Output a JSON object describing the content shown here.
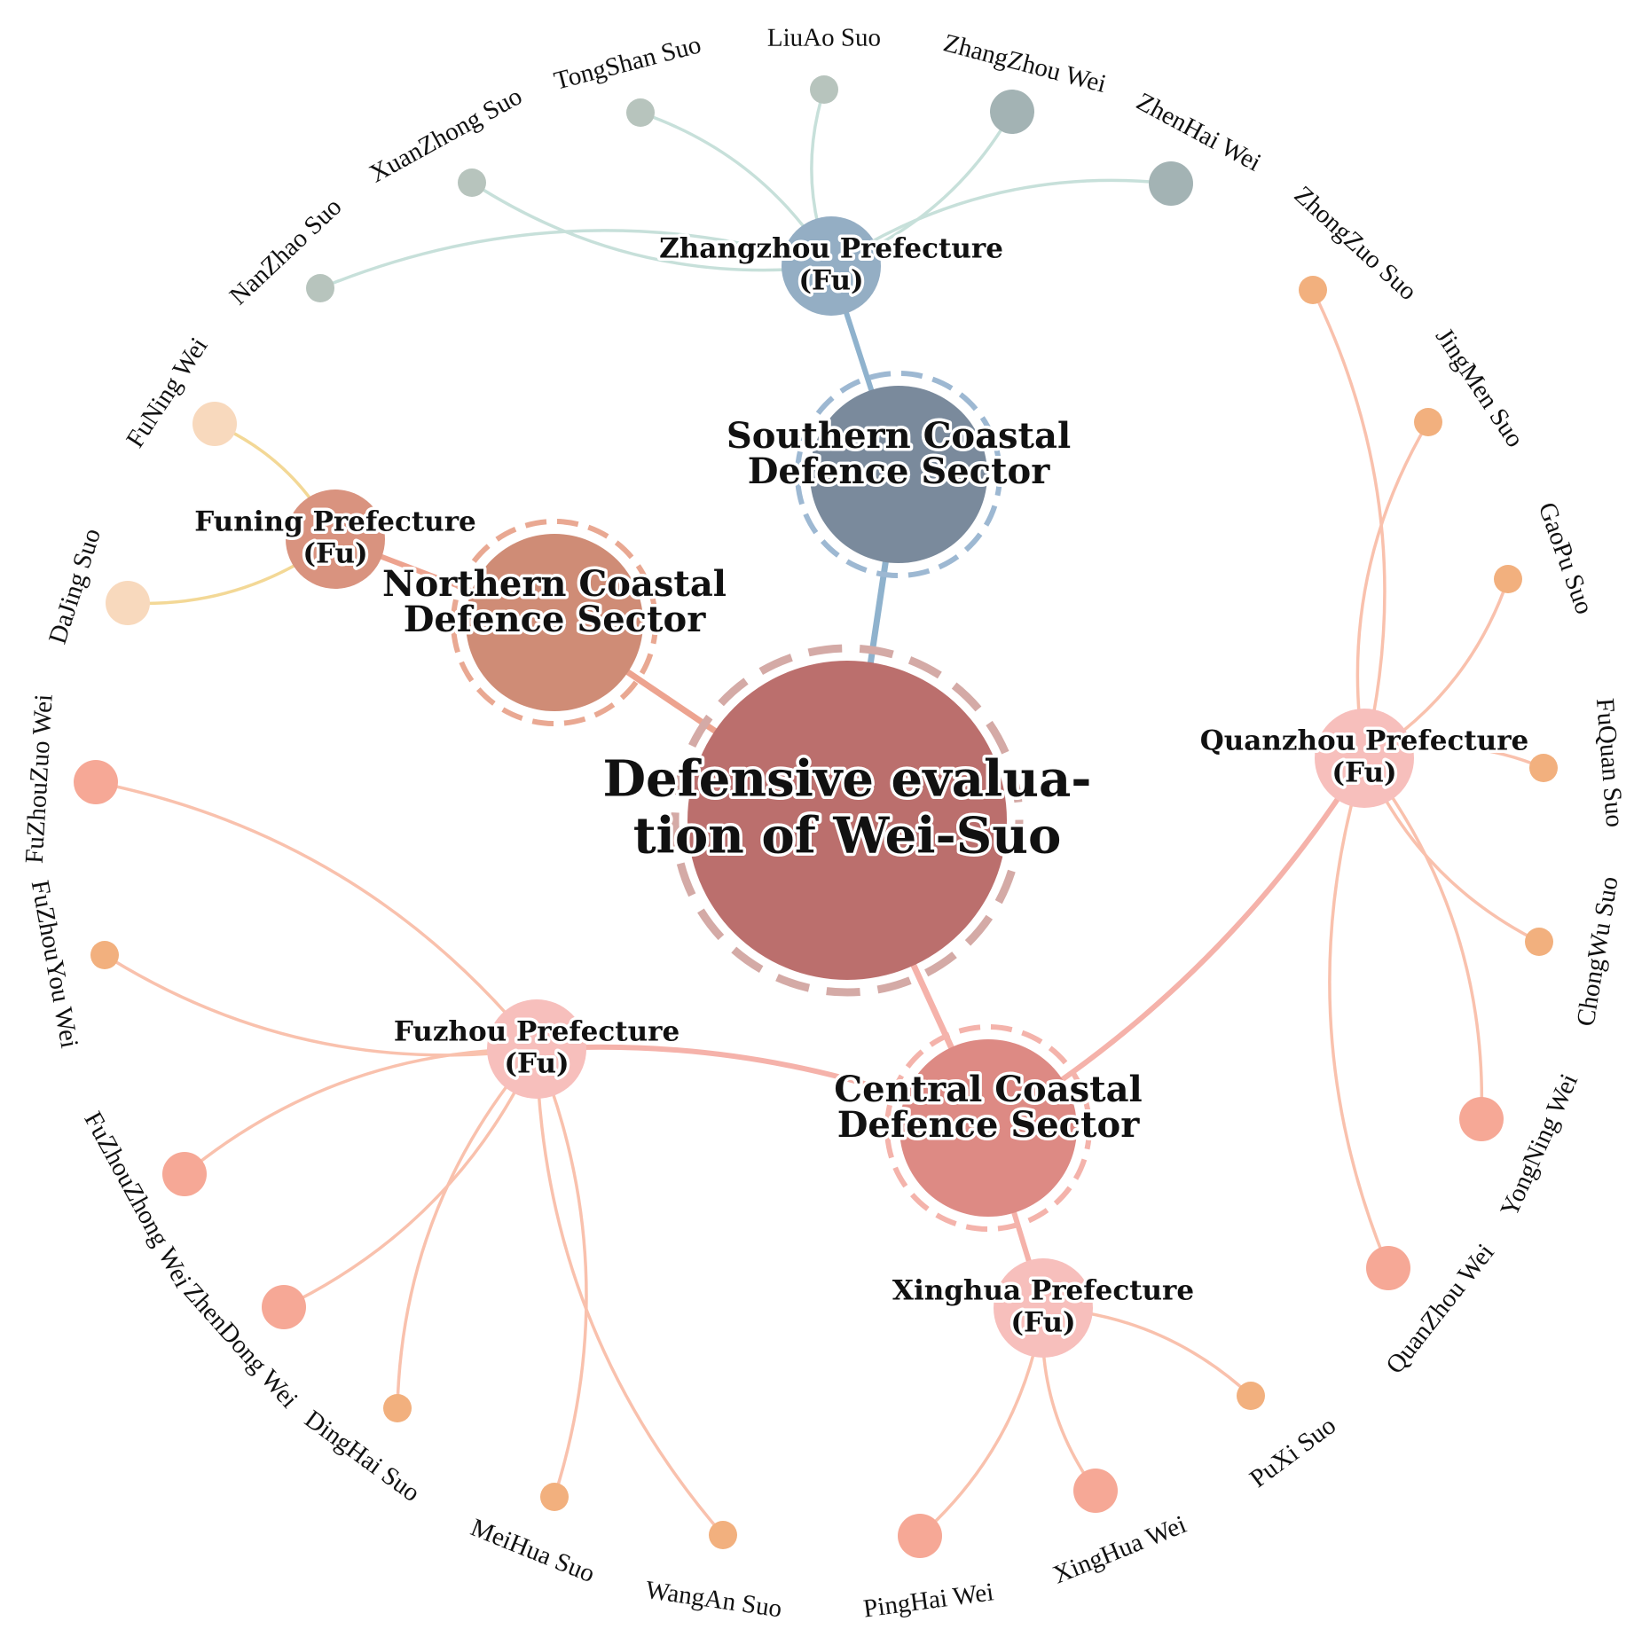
{
  "root": {
    "label_lines": [
      "Defensive evalua-",
      "tion of Wei-Suo"
    ]
  },
  "sectors": [
    {
      "id": "southern",
      "label_lines": [
        "Southern Coastal",
        "Defence Sector"
      ],
      "color": "#7a8a9c",
      "ring_color": "#9db8d2"
    },
    {
      "id": "northern",
      "label_lines": [
        "Northern Coastal",
        "Defence Sector"
      ],
      "color": "#cf8c76",
      "ring_color": "#e9a892"
    },
    {
      "id": "central",
      "label_lines": [
        "Central Coastal",
        "Defence Sector"
      ],
      "color": "#dd8a84",
      "ring_color": "#f4b3ab"
    }
  ],
  "prefectures": [
    {
      "id": "zhangzhou",
      "sector": "southern",
      "label_lines": [
        "Zhangzhou Prefecture",
        "(Fu)"
      ],
      "color": "#94aec4",
      "link_color": "#c7e0da"
    },
    {
      "id": "funing",
      "sector": "northern",
      "label_lines": [
        "Funing Prefecture",
        "(Fu)"
      ],
      "color": "#d9937f",
      "link_color": "#f3d896"
    },
    {
      "id": "fuzhou",
      "sector": "central",
      "label_lines": [
        "Fuzhou Prefecture",
        "(Fu)"
      ],
      "color": "#f7bfbc",
      "link_color": "#f9c1ad"
    },
    {
      "id": "quanzhou",
      "sector": "central",
      "label_lines": [
        "Quanzhou Prefecture",
        "(Fu)"
      ],
      "color": "#f7bfbc",
      "link_color": "#f9c1ad"
    },
    {
      "id": "xinghua",
      "sector": "central",
      "label_lines": [
        "Xinghua Prefecture",
        "(Fu)"
      ],
      "color": "#f7bfbc",
      "link_color": "#f9c1ad"
    }
  ],
  "leaves": [
    {
      "id": "nanzhao",
      "parent": "zhangzhou",
      "label": "NanZhao Suo",
      "color": "#b7c4bd"
    },
    {
      "id": "xuanzhong",
      "parent": "zhangzhou",
      "label": "XuanZhong Suo",
      "color": "#b7c4bd"
    },
    {
      "id": "tongshan",
      "parent": "zhangzhou",
      "label": "TongShan Suo",
      "color": "#b7c4bd"
    },
    {
      "id": "liuao",
      "parent": "zhangzhou",
      "label": "LiuAo Suo",
      "color": "#b7c4bd"
    },
    {
      "id": "zhangzhouwei",
      "parent": "zhangzhou",
      "label": "ZhangZhou Wei",
      "color": "#a3b3b4"
    },
    {
      "id": "zhenhaiwei",
      "parent": "zhangzhou",
      "label": "ZhenHai Wei",
      "color": "#a3b3b4"
    },
    {
      "id": "funingwei",
      "parent": "funing",
      "label": "FuNing Wei",
      "color": "#f8d9bd"
    },
    {
      "id": "dajing",
      "parent": "funing",
      "label": "DaJing Suo",
      "color": "#f8d9bd"
    },
    {
      "id": "zhongzuo",
      "parent": "quanzhou",
      "label": "ZhongZuo Suo",
      "color": "#f2b07e"
    },
    {
      "id": "jingmen",
      "parent": "quanzhou",
      "label": "JingMen Suo",
      "color": "#f2b07e"
    },
    {
      "id": "gaopu",
      "parent": "quanzhou",
      "label": "GaoPu Suo",
      "color": "#f2b07e"
    },
    {
      "id": "fuquan",
      "parent": "quanzhou",
      "label": "FuQuan Suo",
      "color": "#f2b07e"
    },
    {
      "id": "chongwu",
      "parent": "quanzhou",
      "label": "ChongWu Suo",
      "color": "#f2b07e"
    },
    {
      "id": "yongning",
      "parent": "quanzhou",
      "label": "YongNing Wei",
      "color": "#f6a896"
    },
    {
      "id": "quanzhouwei",
      "parent": "quanzhou",
      "label": "QuanZhou Wei",
      "color": "#f6a896"
    },
    {
      "id": "puxi",
      "parent": "xinghua",
      "label": "PuXi Suo",
      "color": "#f2b07e"
    },
    {
      "id": "xinghuawei",
      "parent": "xinghua",
      "label": "XingHua Wei",
      "color": "#f6a896"
    },
    {
      "id": "pinghai",
      "parent": "xinghua",
      "label": "PingHai Wei",
      "color": "#f6a896"
    },
    {
      "id": "wangan",
      "parent": "fuzhou",
      "label": "WangAn Suo",
      "color": "#f2b07e"
    },
    {
      "id": "meihua",
      "parent": "fuzhou",
      "label": "MeiHua Suo",
      "color": "#f2b07e"
    },
    {
      "id": "dinghai",
      "parent": "fuzhou",
      "label": "DingHai Suo",
      "color": "#f2b07e"
    },
    {
      "id": "zhendong",
      "parent": "fuzhou",
      "label": "ZhenDong Wei",
      "color": "#f6a896"
    },
    {
      "id": "fuzhouzhong",
      "parent": "fuzhou",
      "label": "FuZhouZhong Wei",
      "color": "#f6a896"
    },
    {
      "id": "fuzhouyou",
      "parent": "fuzhou",
      "label": "FuZhouYou Wei",
      "color": "#f2b07e"
    },
    {
      "id": "fuzhouzuo",
      "parent": "fuzhou",
      "label": "FuZhouZuo Wei",
      "color": "#f6a896"
    }
  ],
  "colors": {
    "root": "#bb6f6d",
    "root_ring": "#d4aaa6",
    "sector_link_south": "#8fb2cd",
    "sector_link_north": "#eda38f",
    "sector_link_central": "#f5b2aa"
  }
}
